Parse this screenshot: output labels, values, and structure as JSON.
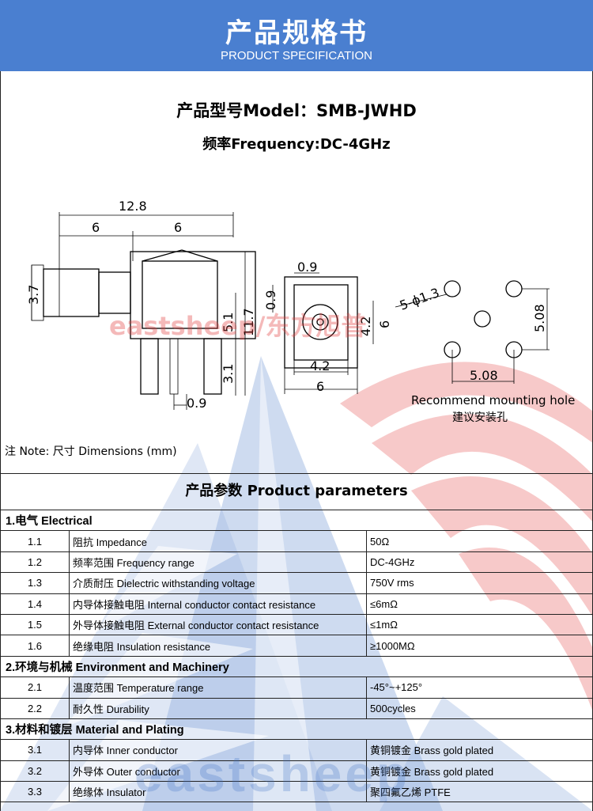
{
  "header": {
    "title_cn": "产品规格书",
    "title_en": "PRODUCT SPECIFICATION",
    "bg_color": "#4a7fd0"
  },
  "model_line": "产品型号Model：SMB-JWHD",
  "freq_line": "频率Frequency:DC-4GHz",
  "watermark": "eastsheep/东方旭普",
  "watermark_bottom": "eastsheep",
  "drawing": {
    "dims": {
      "d12_8": "12.8",
      "d6a": "6",
      "d6b": "6",
      "d3_7": "3.7",
      "d5_1": "5.1",
      "d11_7": "11.7",
      "d3_1": "3.1",
      "d0_9a": "0.9",
      "d0_9b": "0.9",
      "d0_9c": "0.9",
      "d4_2a": "4.2",
      "d4_2b": "4.2",
      "d6c": "6",
      "d6d": "6",
      "d5_phi": "5-ϕ1.3",
      "d5_08a": "5.08",
      "d5_08b": "5.08"
    },
    "hole_label_en": "Recommend mounting hole",
    "hole_label_cn": "建议安装孔"
  },
  "note": "注 Note:  尺寸 Dimensions (mm)",
  "params_title": "产品参数 Product parameters",
  "sections": [
    {
      "title": "1.电气 Electrical",
      "rows": [
        {
          "idx": "1.1",
          "name": "阻抗 Impedance",
          "value": "50Ω"
        },
        {
          "idx": "1.2",
          "name": "频率范围 Frequency range",
          "value": "DC-4GHz"
        },
        {
          "idx": "1.3",
          "name": "介质耐压 Dielectric withstanding voltage",
          "value": "750V rms"
        },
        {
          "idx": "1.4",
          "name": "内导体接触电阻 Internal conductor contact resistance",
          "value": "≤6mΩ"
        },
        {
          "idx": "1.5",
          "name": "外导体接触电阻 External conductor contact resistance",
          "value": "≤1mΩ"
        },
        {
          "idx": "1.6",
          "name": "绝缘电阻  Insulation resistance",
          "value": "≥1000MΩ"
        }
      ]
    },
    {
      "title": "2.环境与机械 Environment and Machinery",
      "rows": [
        {
          "idx": "2.1",
          "name": "温度范围 Temperature range",
          "value": "-45°~+125°"
        },
        {
          "idx": "2.2",
          "name": "耐久性 Durability",
          "value": "500cycles"
        }
      ]
    },
    {
      "title": "3.材料和镀层 Material and Plating",
      "rows": [
        {
          "idx": "3.1",
          "name": "内导体 Inner conductor",
          "value": "黄铜镀金 Brass gold plated"
        },
        {
          "idx": "3.2",
          "name": "外导体 Outer conductor",
          "value": "黄铜镀金 Brass gold plated"
        },
        {
          "idx": "3.3",
          "name": "绝缘体 Insulator",
          "value": "聚四氟乙烯 PTFE"
        }
      ]
    }
  ]
}
